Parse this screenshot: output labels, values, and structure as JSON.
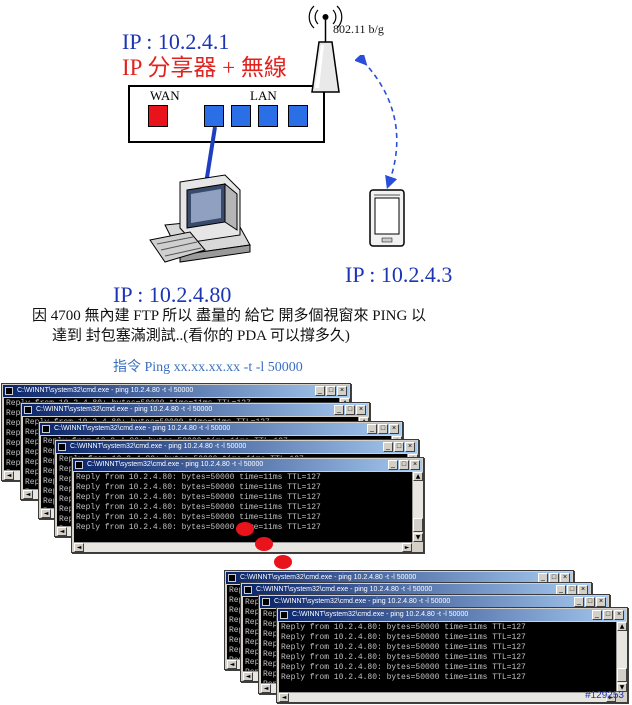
{
  "router": {
    "ip_label": "IP : 10.2.4.1",
    "title": "IP 分享器 + 無線",
    "wan_label": "WAN",
    "lan_label": "LAN",
    "wan_port_color": "#e8131b",
    "lan_port_color": "#2a6fe6"
  },
  "wireless": {
    "standard": "802.11 b/g"
  },
  "pc": {
    "ip_label": "IP : 10.2.4.80"
  },
  "pda": {
    "ip_label": "IP : 10.2.4.3"
  },
  "description": {
    "line1": "因 4700 無內建  FTP 所以 盡量的 給它 開多個視窗來 PING 以",
    "line2": "達到 封包塞滿測試..(看你的 PDA 可以撐多久)"
  },
  "command_hint": "指令 Ping xx.xx.xx.xx -t -l 50000",
  "console": {
    "title": "C:\\WINNT\\system32\\cmd.exe - ping 10.2.4.80 -t -l 50000",
    "reply_line": "Reply from 10.2.4.80: bytes=50000 time=11ms TTL=127",
    "short_prefix": "Rep",
    "buttons": [
      "_",
      "□",
      "×"
    ]
  },
  "footer_id": "#129253",
  "colors": {
    "title_gradient_start": "#0a246a",
    "link_arrow": "#2a4fd6",
    "marker_red": "#e8131b"
  }
}
